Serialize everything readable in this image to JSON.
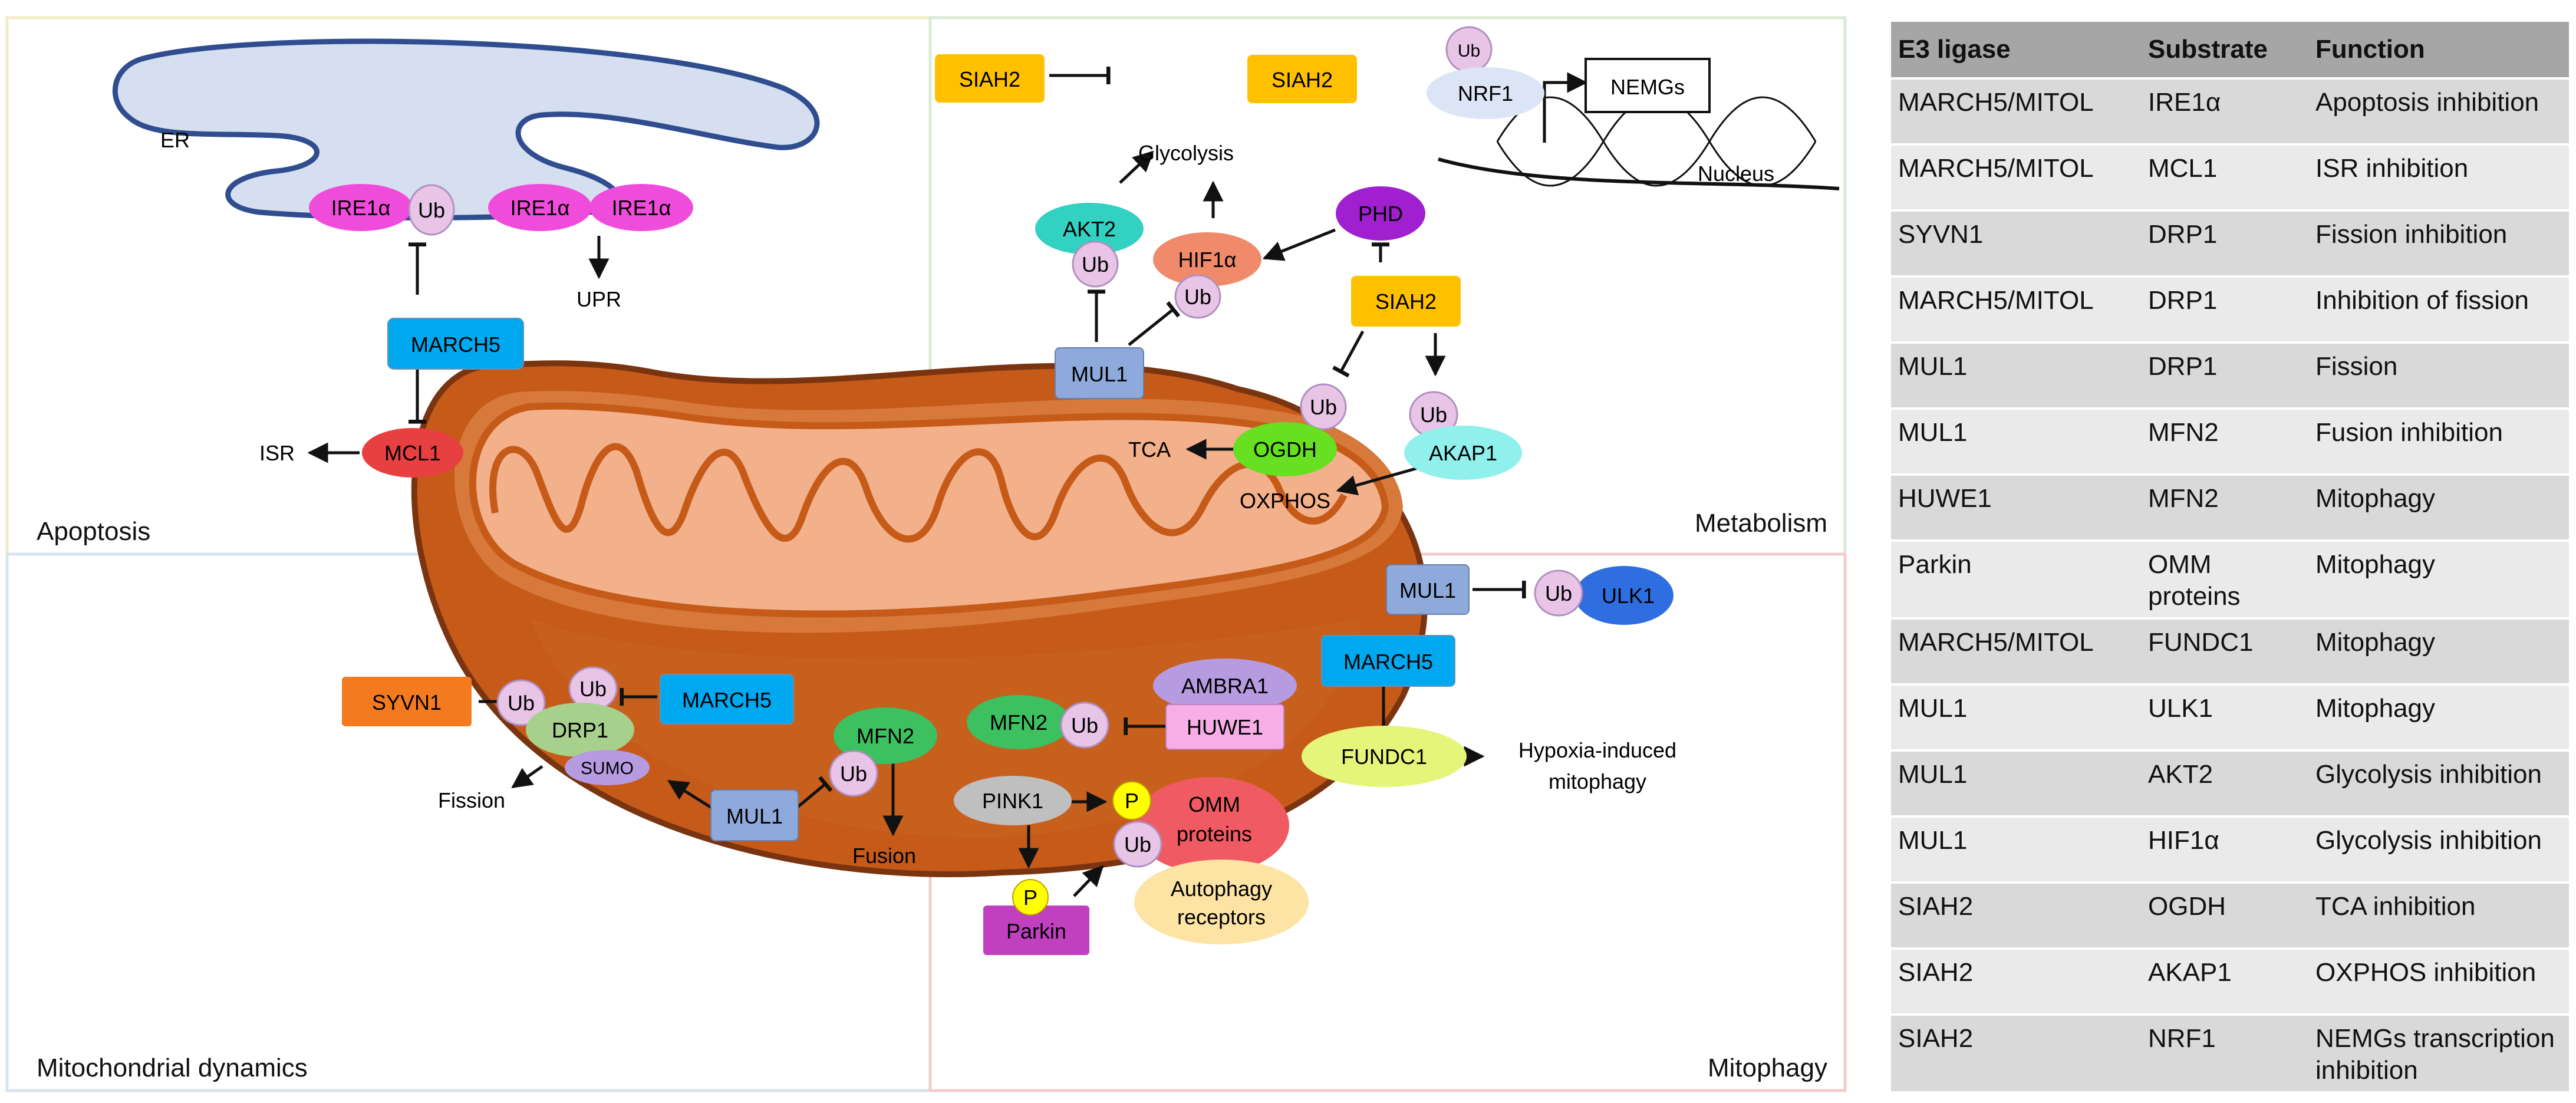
{
  "colors": {
    "ub": "#e8c4e6",
    "ub_stroke": "#b08fc0",
    "march5": "#00a8f0",
    "mul1": "#8ea9db",
    "siah2": "#ffc000",
    "syvn1": "#f47a20",
    "ire1a": "#f04cdc",
    "mcl1": "#e84040",
    "mito_outer": "#c65a19",
    "mito_inner": "#f0b08a"
  },
  "quadrants": {
    "apoptosis": "Apoptosis",
    "metabolism": "Metabolism",
    "dynamics": "Mitochondrial dynamics",
    "mitophagy": "Mitophagy"
  },
  "labels": {
    "er": "ER",
    "ire1a": "IRE1α",
    "ub": "Ub",
    "upr": "UPR",
    "march5": "MARCH5",
    "mcl1": "MCL1",
    "isr": "ISR",
    "siah2": "SIAH2",
    "nrf1": "NRF1",
    "nemgs": "NEMGs",
    "nucleus": "Nucleus",
    "glycolysis": "Glycolysis",
    "akt2": "AKT2",
    "hif1a": "HIF1α",
    "phd": "PHD",
    "mul1": "MUL1",
    "ogdh": "OGDH",
    "akap1": "AKAP1",
    "tca": "TCA",
    "oxphos": "OXPHOS",
    "ulk1": "ULK1",
    "fundc1": "FUNDC1",
    "hypoxia_line1": "Hypoxia-induced",
    "hypoxia_line2": "mitophagy",
    "ambra1": "AMBRA1",
    "huwe1": "HUWE1",
    "mfn2": "MFN2",
    "syvn1": "SYVN1",
    "drp1": "DRP1",
    "sumo": "SUMO",
    "fission": "Fission",
    "fusion": "Fusion",
    "pink1": "PINK1",
    "p": "P",
    "omm_line1": "OMM",
    "omm_line2": "proteins",
    "autophagy_line1": "Autophagy",
    "autophagy_line2": "receptors",
    "parkin": "Parkin"
  },
  "table": {
    "headers": [
      "E3 ligase",
      "Substrate",
      "Function"
    ],
    "rows": [
      [
        "MARCH5/MITOL",
        "IRE1α",
        "Apoptosis inhibition"
      ],
      [
        "MARCH5/MITOL",
        "MCL1",
        "ISR inhibition"
      ],
      [
        "SYVN1",
        "DRP1",
        "Fission inhibition"
      ],
      [
        "MARCH5/MITOL",
        "DRP1",
        "Inhibition of fission"
      ],
      [
        "MUL1",
        "DRP1",
        "Fission"
      ],
      [
        "MUL1",
        "MFN2",
        "Fusion inhibition"
      ],
      [
        "HUWE1",
        "MFN2",
        "Mitophagy"
      ],
      [
        "Parkin",
        "OMM proteins",
        "Mitophagy"
      ],
      [
        "MARCH5/MITOL",
        "FUNDC1",
        "Mitophagy"
      ],
      [
        "MUL1",
        "ULK1",
        "Mitophagy"
      ],
      [
        "MUL1",
        "AKT2",
        "Glycolysis inhibition"
      ],
      [
        "MUL1",
        "HIF1α",
        "Glycolysis inhibition"
      ],
      [
        "SIAH2",
        "OGDH",
        "TCA inhibition"
      ],
      [
        "SIAH2",
        "AKAP1",
        "OXPHOS inhibition"
      ],
      [
        "SIAH2",
        "NRF1",
        "NEMGs transcription inhibition"
      ]
    ]
  }
}
